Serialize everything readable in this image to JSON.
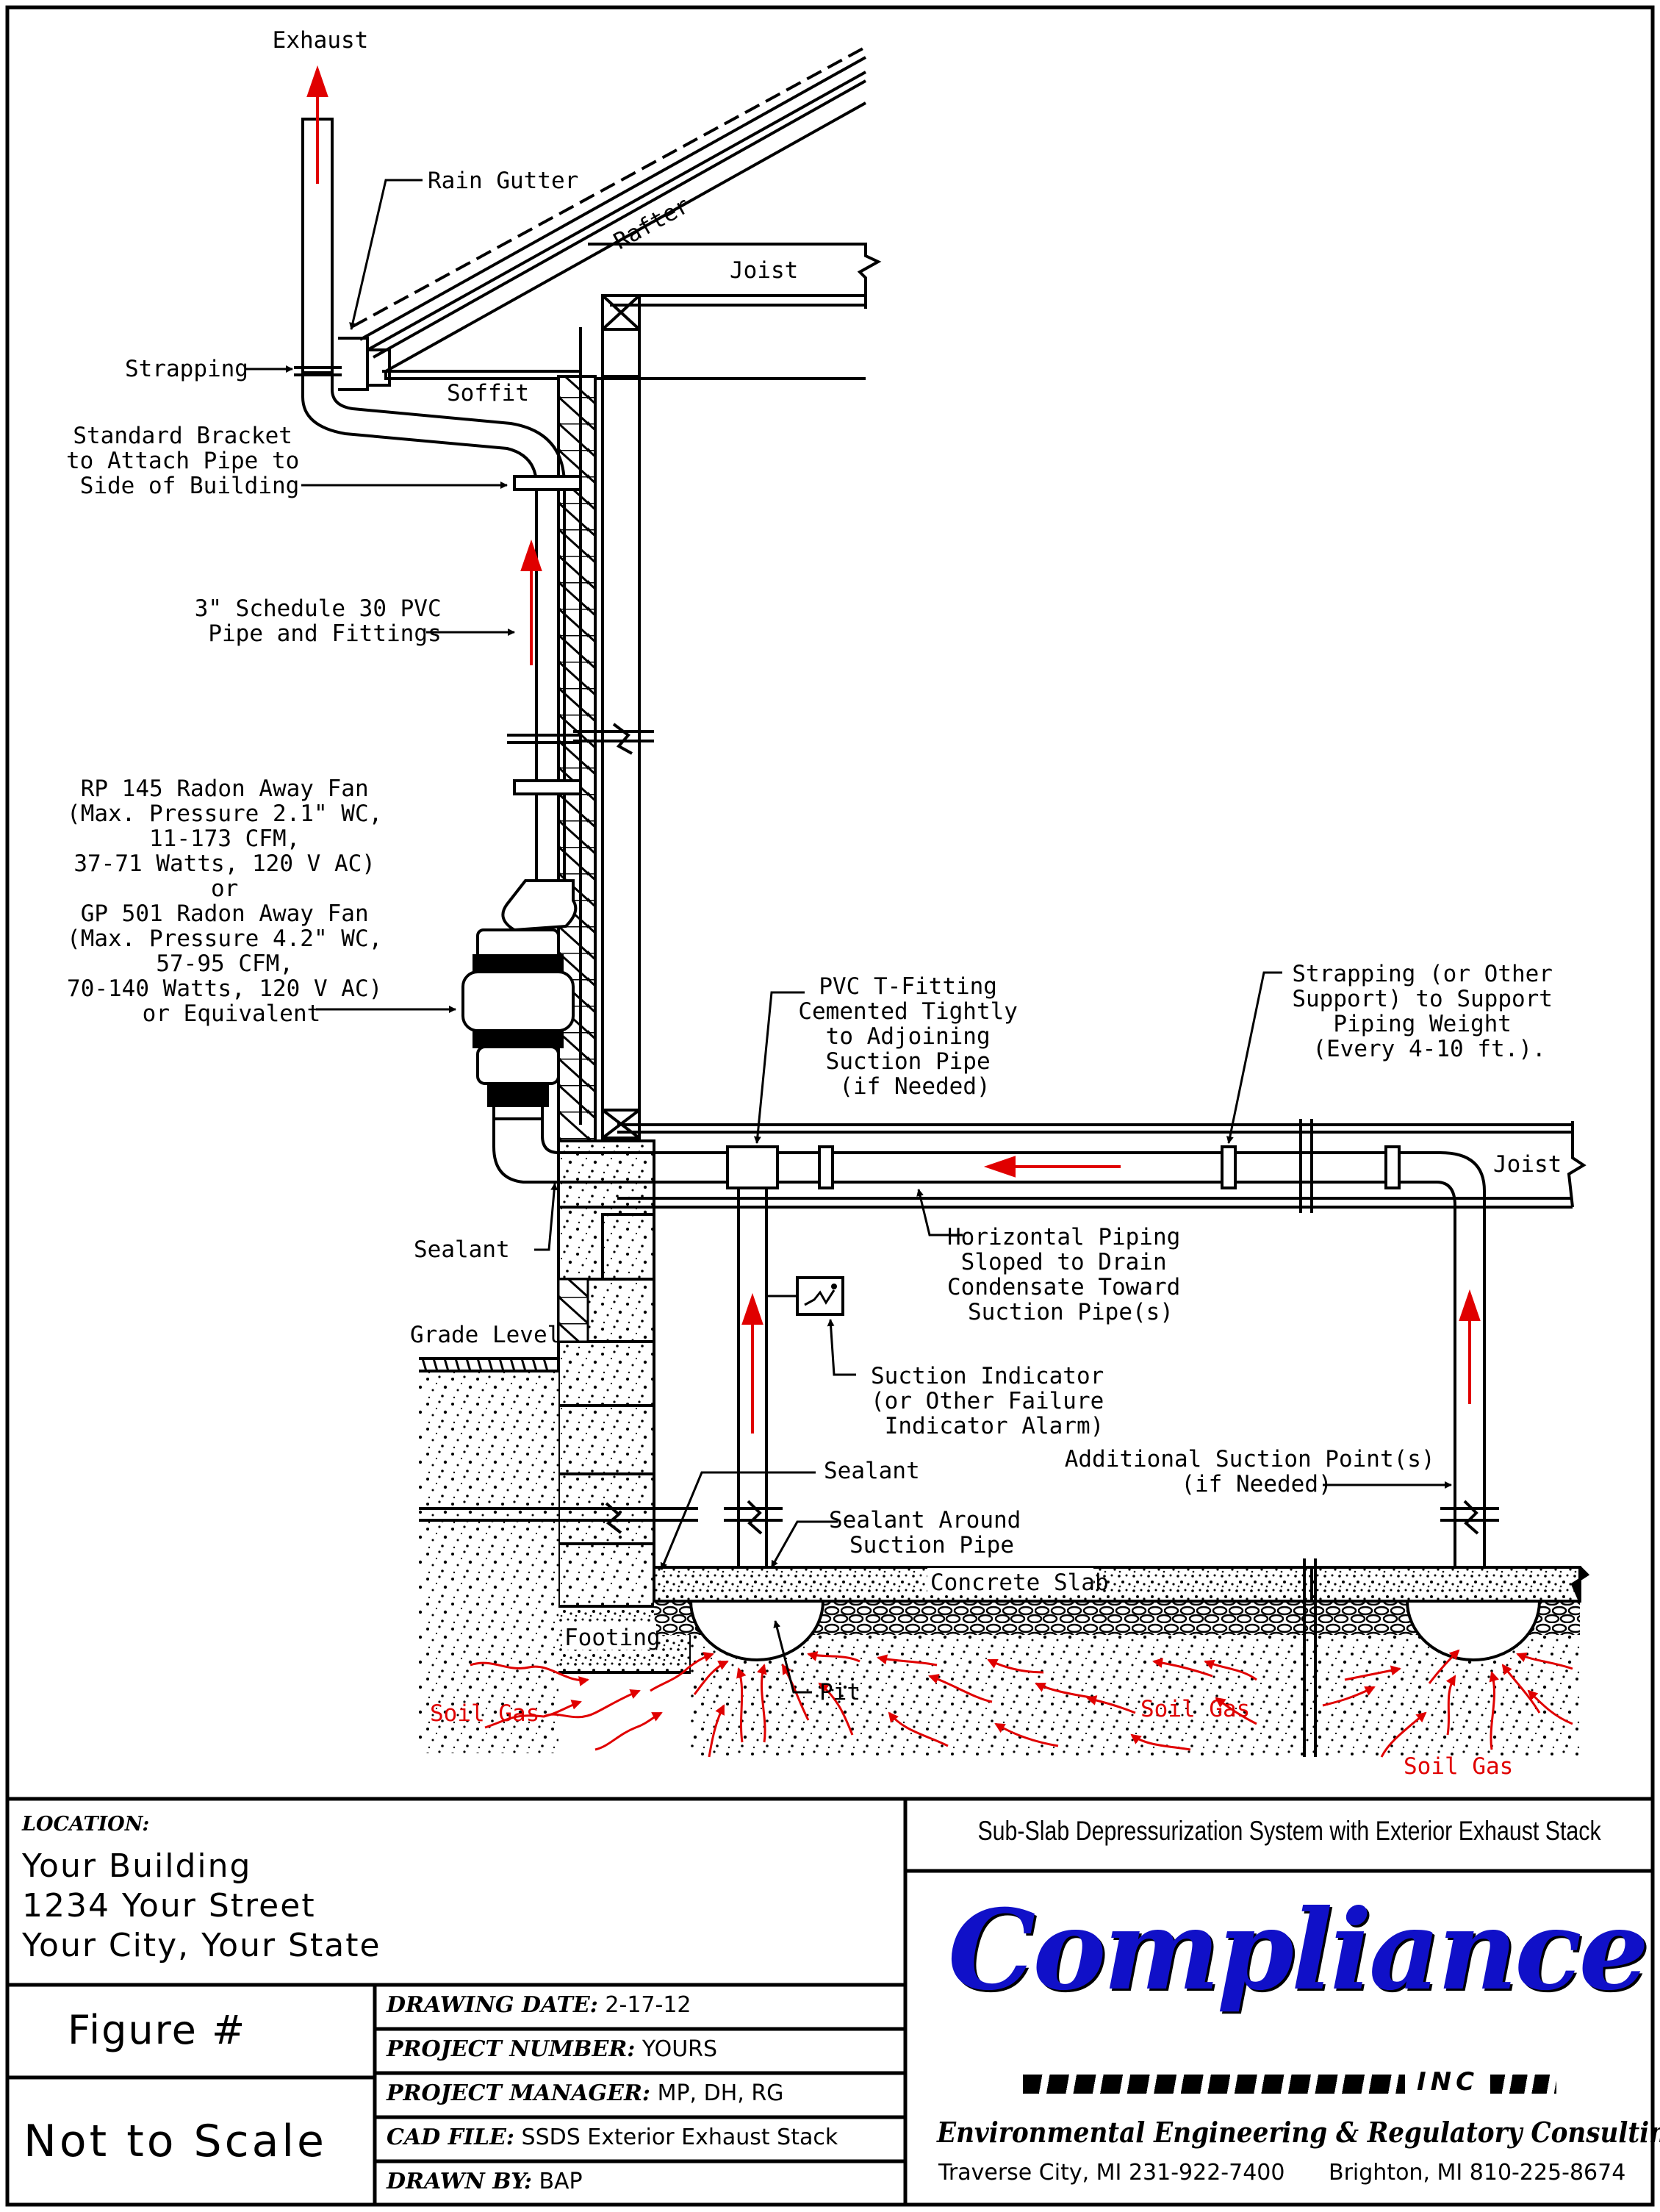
{
  "labels": {
    "exhaust": "Exhaust",
    "rain_gutter": "Rain Gutter",
    "rafter": "Rafter",
    "joist_top": "Joist",
    "strapping": "Strapping",
    "soffit": "Soffit",
    "bracket": [
      "Standard Bracket",
      "to Attach Pipe to",
      "Side of Building"
    ],
    "pvc_pipe": [
      "3\" Schedule 30 PVC",
      "Pipe and Fittings"
    ],
    "fan": [
      "RP 145 Radon Away Fan",
      "(Max. Pressure 2.1\" WC,",
      "11-173 CFM,",
      "37-71 Watts, 120 V AC)",
      "or",
      "GP 501 Radon Away Fan",
      "(Max. Pressure 4.2\" WC,",
      "57-95 CFM,",
      "70-140 Watts, 120 V AC)",
      "or Equivalent"
    ],
    "tfitting": [
      "PVC T-Fitting",
      "Cemented Tightly",
      "to Adjoining",
      "Suction Pipe",
      "(if Needed)"
    ],
    "strapping_support": [
      "Strapping (or Other",
      "Support) to Support",
      "Piping Weight",
      "(Every 4-10 ft.)."
    ],
    "joist_right": "Joist",
    "sealant_wall": "Sealant",
    "horizontal": [
      "Horizontal Piping",
      "Sloped to Drain",
      "Condensate Toward",
      "Suction Pipe(s)"
    ],
    "grade_level": "Grade Level",
    "suction_indicator": [
      "Suction Indicator",
      "(or Other Failure",
      "Indicator Alarm)"
    ],
    "sealant_slab": "Sealant",
    "additional": [
      "Additional Suction Point(s)",
      "(if Needed)"
    ],
    "sealant_around": [
      "Sealant Around",
      "Suction Pipe"
    ],
    "concrete_slab": "Concrete Slab",
    "footing": "Footing",
    "pit": "Pit",
    "soil_gas": "Soil Gas"
  },
  "title_block": {
    "location_label": "LOCATION:",
    "location_lines": [
      "Your Building",
      "1234 Your Street",
      "Your City, Your State"
    ],
    "figure": "Figure #",
    "scale": "Not to Scale",
    "drawing_date_label": "DRAWING DATE:",
    "drawing_date": "2-17-12",
    "project_number_label": "PROJECT NUMBER:",
    "project_number": "YOURS",
    "project_manager_label": "PROJECT MANAGER:",
    "project_manager": "MP, DH, RG",
    "cad_file_label": "CAD FILE:",
    "cad_file": "SSDS Exterior Exhaust Stack",
    "drawn_by_label": "DRAWN BY:",
    "drawn_by": "BAP",
    "title": "Sub-Slab Depressurization System with Exterior Exhaust Stack",
    "company": "Compliance",
    "company_suffix": "INC",
    "tagline": "Environmental Engineering & Regulatory Consulting",
    "office1": "Traverse City, MI 231-922-7400",
    "office2": "Brighton, MI 810-225-8674"
  },
  "colors": {
    "flow_arrow": "#e00000",
    "logo": "#1010c8",
    "line": "#000000"
  }
}
